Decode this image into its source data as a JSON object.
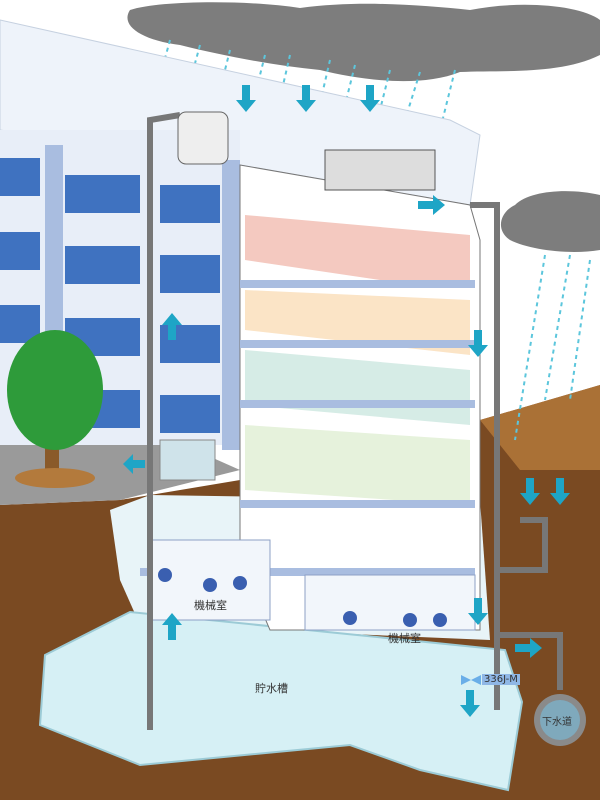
{
  "labels": {
    "machine_room_left": "機械室",
    "machine_room_right": "機械室",
    "storage_tank": "貯水槽",
    "valve_model": "336J-M",
    "sewer": "下水道"
  },
  "colors": {
    "arrow": "#1ea5c6",
    "earth": "#7a4a22",
    "water": "#d6f0f5",
    "pipe": "#8a8a8a",
    "cloud": "#7d7d7d",
    "rain": "#5cc6dc",
    "valve": "#6aaee8"
  }
}
